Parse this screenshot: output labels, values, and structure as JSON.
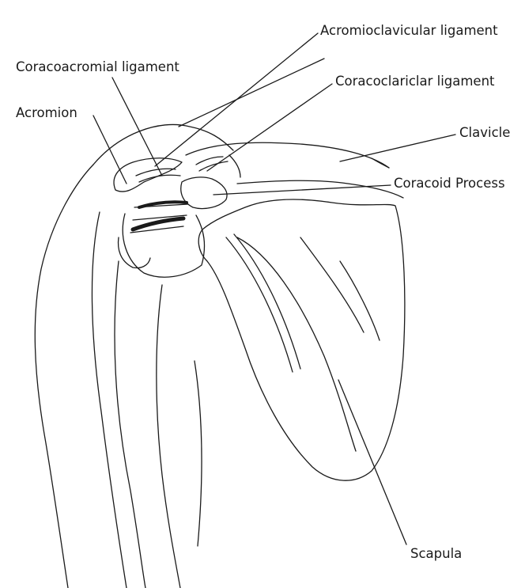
{
  "labels": {
    "acromioclavicular_ligament": "Acromioclavicular ligament",
    "coracoacromial_ligament": "Coracoacromial ligament",
    "coracoclariclar_ligament": "Coracoclariclar ligament",
    "acromion": "Acromion",
    "clavicle": "Clavicle",
    "coracoid_process": "Coracoid Process",
    "scapula": "Scapula"
  },
  "colors": {
    "background": "#ffffff",
    "ink": "#1a1a1a"
  }
}
